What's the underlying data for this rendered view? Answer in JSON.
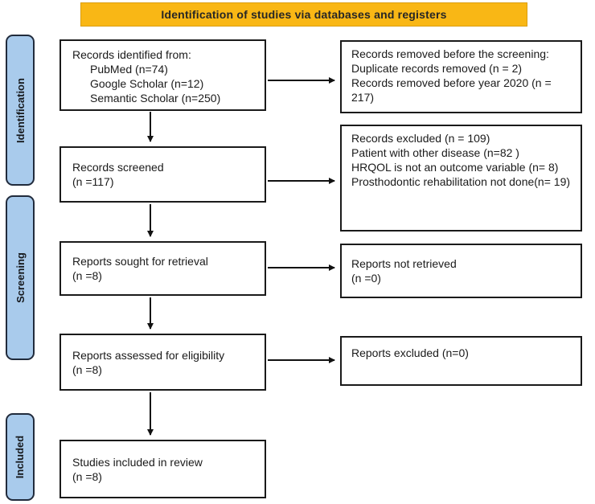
{
  "banner": {
    "title": "Identification of studies via databases and registers"
  },
  "colors": {
    "banner_bg": "#F9B715",
    "banner_border": "#DA9E10",
    "sidebar_bg": "#A9CBEC",
    "sidebar_border": "#212B3C",
    "box_border": "#1A1A1A",
    "arrow": "#111111",
    "text": "#1A1A1A"
  },
  "sidebar": {
    "stages": [
      {
        "label": "Identification"
      },
      {
        "label": "Screening"
      },
      {
        "label": "Included"
      }
    ]
  },
  "flow": {
    "left_boxes": [
      {
        "lines": [
          "Records identified from:",
          "PubMed (n=74)",
          "Google Scholar (n=12)",
          "Semantic Scholar (n=250)"
        ]
      },
      {
        "lines": [
          "Records screened",
          "(n =117)"
        ]
      },
      {
        "lines": [
          "Reports sought for retrieval",
          "(n =8)"
        ]
      },
      {
        "lines": [
          "Reports assessed for eligibility",
          "(n =8)"
        ]
      },
      {
        "lines": [
          "Studies included in review",
          "(n =8)"
        ]
      }
    ],
    "right_boxes": [
      {
        "lines": [
          "Records removed before the screening:",
          "Duplicate records removed (n = 2)",
          "Records removed before year 2020 (n = 217)"
        ]
      },
      {
        "lines": [
          "Records excluded (n = 109)",
          "Patient with other disease (n=82 )",
          "HRQOL is not an outcome variable (n= 8)",
          "Prosthodontic rehabilitation not done(n= 19)"
        ]
      },
      {
        "lines": [
          "Reports not retrieved",
          "(n =0)"
        ]
      },
      {
        "lines": [
          "Reports excluded (n=0)"
        ]
      }
    ]
  }
}
